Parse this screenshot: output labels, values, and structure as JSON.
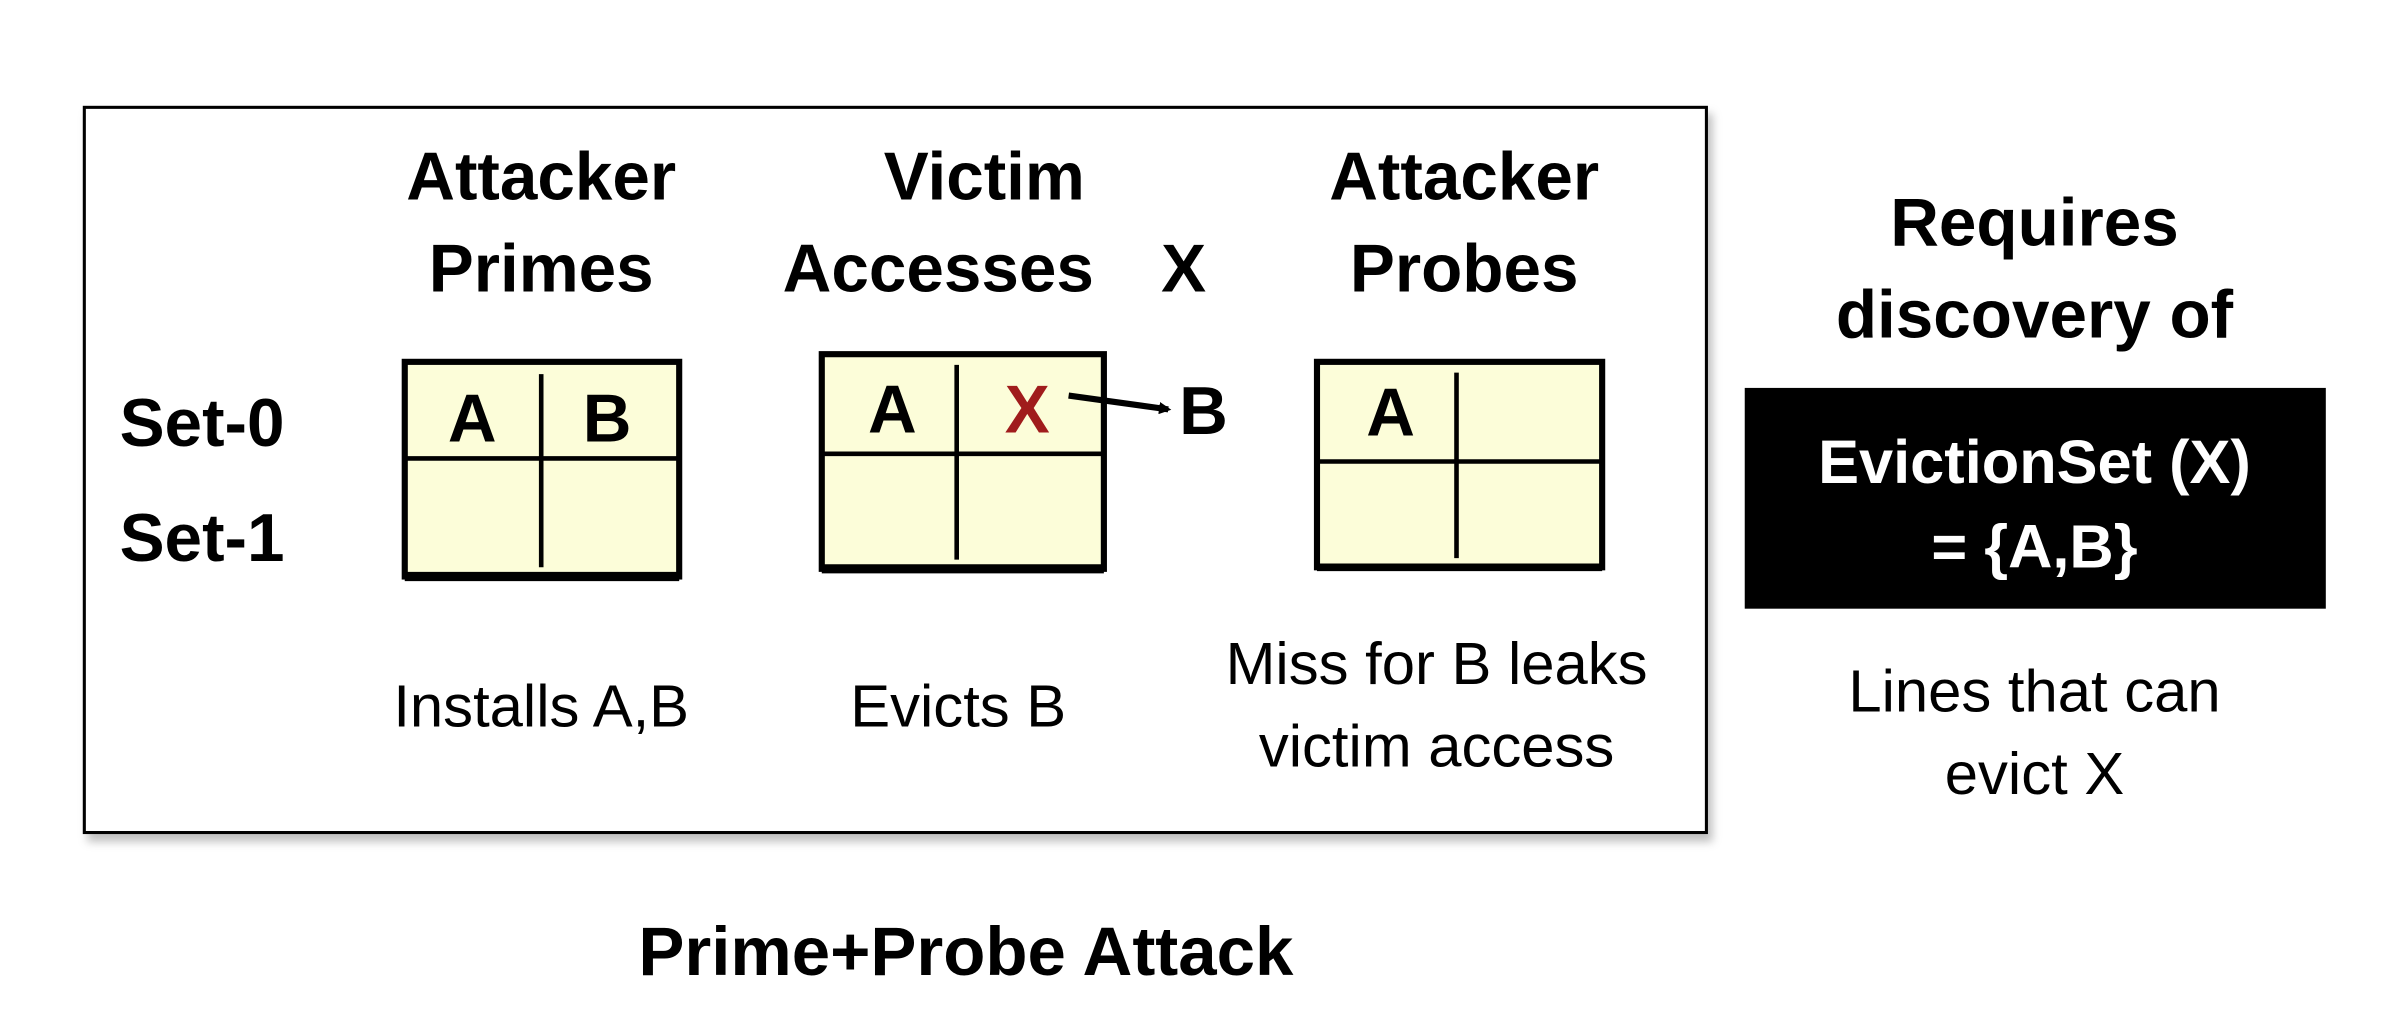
{
  "steps": [
    {
      "header": [
        "Attacker",
        "Primes"
      ],
      "cells": [
        "A",
        "B"
      ],
      "caption": [
        "Installs A,B"
      ]
    },
    {
      "header": [
        "Victim",
        "Accesses"
      ],
      "header_extra": "X",
      "cells": [
        "A",
        "X"
      ],
      "evicted": "B",
      "caption": [
        "Evicts B"
      ]
    },
    {
      "header": [
        "Attacker",
        "Probes"
      ],
      "cells": [
        "A",
        ""
      ],
      "caption": [
        "Miss for B leaks",
        "victim access"
      ]
    }
  ],
  "set_labels": [
    "Set-0",
    "Set-1"
  ],
  "title": "Prime+Probe Attack",
  "requirement": {
    "heading": [
      "Requires",
      "discovery of"
    ],
    "box": [
      "EvictionSet (X)",
      "= {A,B}"
    ],
    "caption": [
      "Lines that can",
      "evict X"
    ]
  },
  "colors": {
    "cell_fill": "#fcfdd9",
    "victim_access": "#a01c1c",
    "box_bg": "#000000"
  }
}
